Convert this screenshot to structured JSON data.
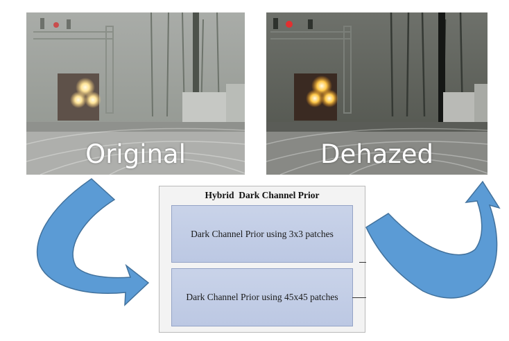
{
  "panels": {
    "original_label": "Original",
    "dehazed_label": "Dehazed"
  },
  "method": {
    "title": "Hybrid  Dark Channel Prior",
    "step1": "Dark Channel Prior using 3x3 patches",
    "step2": "Dark Channel Prior using 45x45 patches"
  },
  "colors": {
    "arrow_fill": "#5b9bd5",
    "arrow_stroke": "#41719c",
    "box_fill": "#c5d0e6"
  }
}
